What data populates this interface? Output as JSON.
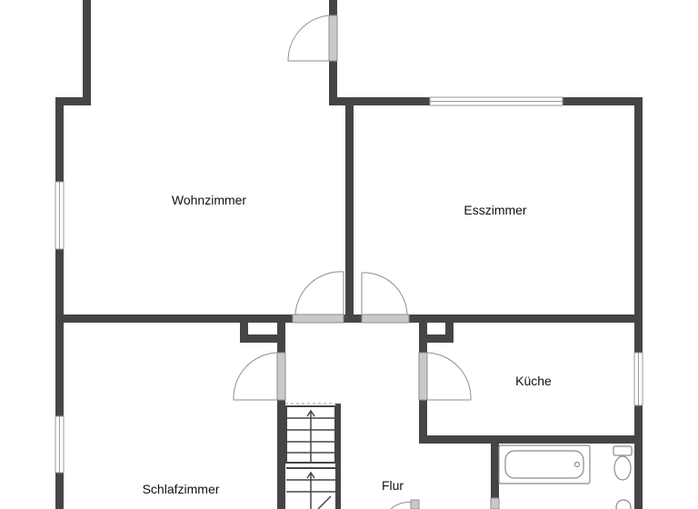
{
  "floorplan": {
    "rooms": {
      "wohnzimmer": "Wohnzimmer",
      "esszimmer": "Esszimmer",
      "kueche": "Küche",
      "schlafzimmer": "Schlafzimmer",
      "flur": "Flur"
    }
  }
}
